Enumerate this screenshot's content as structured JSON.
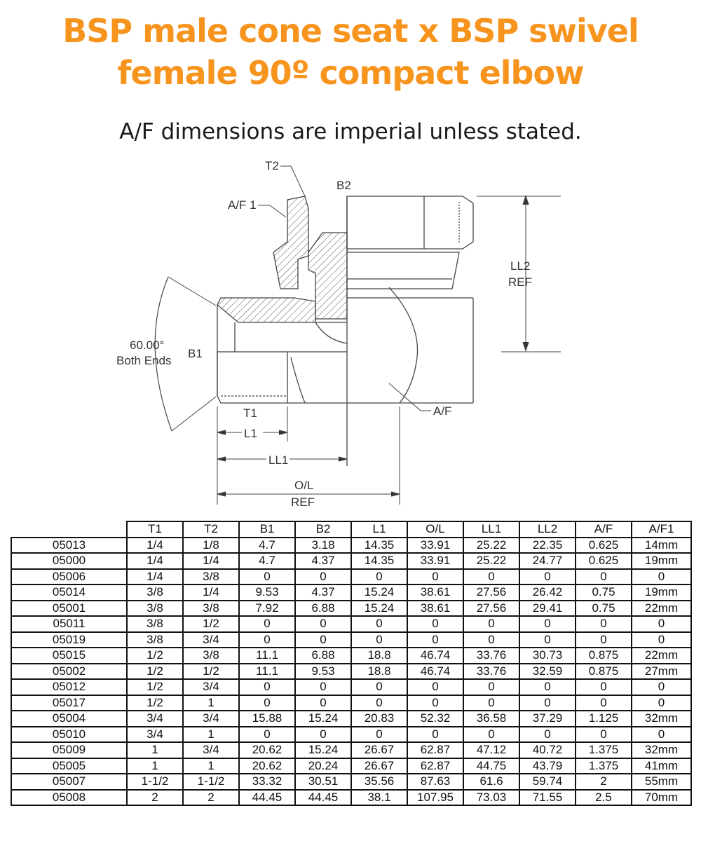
{
  "title_line1": "BSP male cone seat x BSP swivel",
  "title_line2": "female 90º compact elbow",
  "subtitle": "A/F dimensions are imperial unless stated.",
  "colors": {
    "title": "#f7941d",
    "text": "#1a1a1a",
    "table_border": "#111111"
  },
  "diagram": {
    "labels": {
      "t2": "T2",
      "b2": "B2",
      "af1": "A/F 1",
      "ll2": "LL2",
      "ll2_ref": "REF",
      "angle": "60.00°",
      "angle_note": "Both Ends",
      "b1": "B1",
      "t1": "T1",
      "af": "A/F",
      "l1": "L1",
      "ll1": "LL1",
      "ol": "O/L",
      "ol_ref": "REF"
    }
  },
  "table": {
    "headers": [
      "",
      "T1",
      "T2",
      "B1",
      "B2",
      "L1",
      "O/L",
      "LL1",
      "LL2",
      "A/F",
      "A/F1"
    ],
    "rows": [
      [
        "05013",
        "1/4",
        "1/8",
        "4.7",
        "3.18",
        "14.35",
        "33.91",
        "25.22",
        "22.35",
        "0.625",
        "14mm"
      ],
      [
        "05000",
        "1/4",
        "1/4",
        "4.7",
        "4.37",
        "14.35",
        "33.91",
        "25.22",
        "24.77",
        "0.625",
        "19mm"
      ],
      [
        "05006",
        "1/4",
        "3/8",
        "0",
        "0",
        "0",
        "0",
        "0",
        "0",
        "0",
        "0"
      ],
      [
        "05014",
        "3/8",
        "1/4",
        "9.53",
        "4.37",
        "15.24",
        "38.61",
        "27.56",
        "26.42",
        "0.75",
        "19mm"
      ],
      [
        "05001",
        "3/8",
        "3/8",
        "7.92",
        "6.88",
        "15.24",
        "38.61",
        "27.56",
        "29.41",
        "0.75",
        "22mm"
      ],
      [
        "05011",
        "3/8",
        "1/2",
        "0",
        "0",
        "0",
        "0",
        "0",
        "0",
        "0",
        "0"
      ],
      [
        "05019",
        "3/8",
        "3/4",
        "0",
        "0",
        "0",
        "0",
        "0",
        "0",
        "0",
        "0"
      ],
      [
        "05015",
        "1/2",
        "3/8",
        "11.1",
        "6.88",
        "18.8",
        "46.74",
        "33.76",
        "30.73",
        "0.875",
        "22mm"
      ],
      [
        "05002",
        "1/2",
        "1/2",
        "11.1",
        "9.53",
        "18.8",
        "46.74",
        "33.76",
        "32.59",
        "0.875",
        "27mm"
      ],
      [
        "05012",
        "1/2",
        "3/4",
        "0",
        "0",
        "0",
        "0",
        "0",
        "0",
        "0",
        "0"
      ],
      [
        "05017",
        "1/2",
        "1",
        "0",
        "0",
        "0",
        "0",
        "0",
        "0",
        "0",
        "0"
      ],
      [
        "05004",
        "3/4",
        "3/4",
        "15.88",
        "15.24",
        "20.83",
        "52.32",
        "36.58",
        "37.29",
        "1.125",
        "32mm"
      ],
      [
        "05010",
        "3/4",
        "1",
        "0",
        "0",
        "0",
        "0",
        "0",
        "0",
        "0",
        "0"
      ],
      [
        "05009",
        "1",
        "3/4",
        "20.62",
        "15.24",
        "26.67",
        "62.87",
        "47.12",
        "40.72",
        "1.375",
        "32mm"
      ],
      [
        "05005",
        "1",
        "1",
        "20.62",
        "20.24",
        "26.67",
        "62.87",
        "44.75",
        "43.79",
        "1.375",
        "41mm"
      ],
      [
        "05007",
        "1-1/2",
        "1-1/2",
        "33.32",
        "30.51",
        "35.56",
        "87.63",
        "61.6",
        "59.74",
        "2",
        "55mm"
      ],
      [
        "05008",
        "2",
        "2",
        "44.45",
        "44.45",
        "38.1",
        "107.95",
        "73.03",
        "71.55",
        "2.5",
        "70mm"
      ]
    ]
  }
}
